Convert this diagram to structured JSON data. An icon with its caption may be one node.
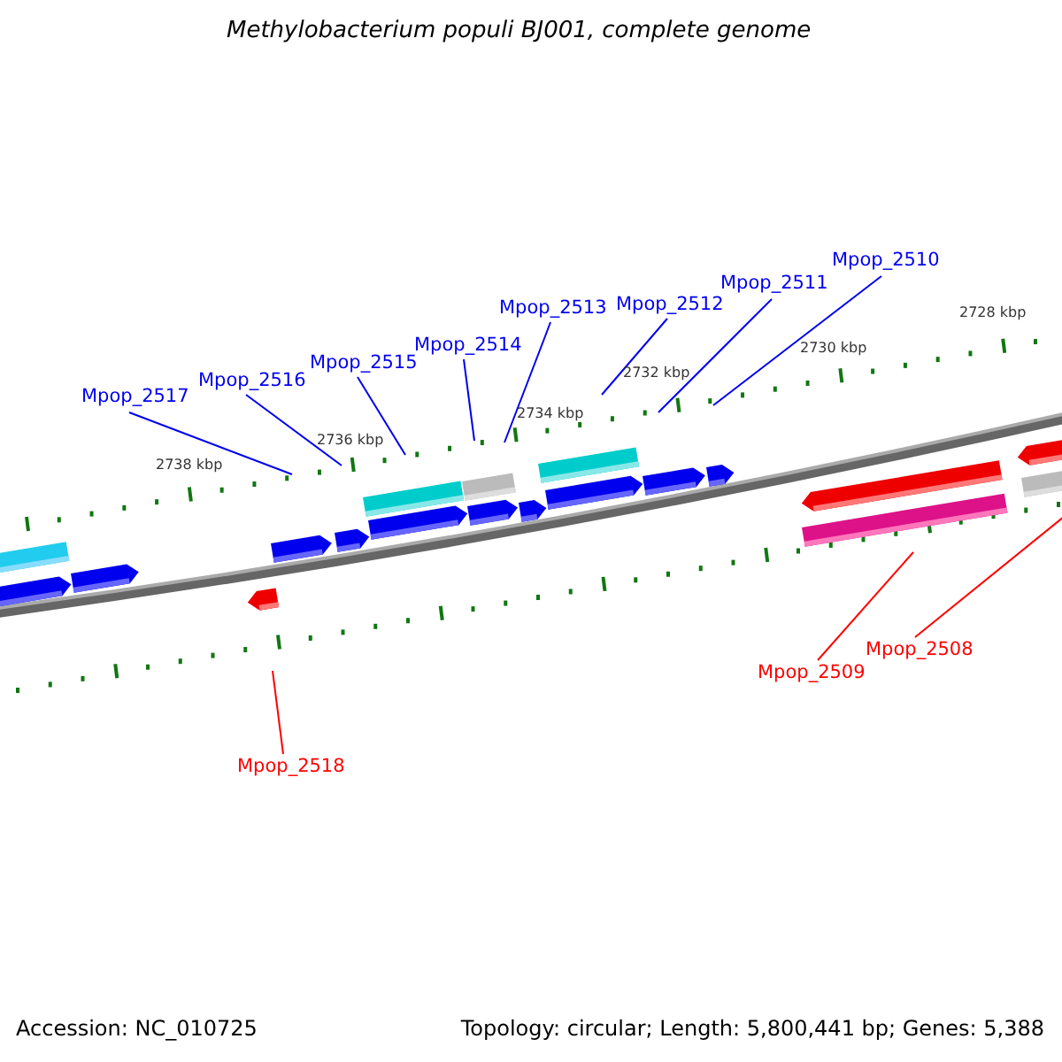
{
  "diagram": {
    "title": "Methylobacterium populi BJ001, complete genome",
    "nodes": [
      {
        "text": [
          "Mpop_2517"
        ]
      },
      {
        "text": [
          "Mpop_2516"
        ]
      },
      {
        "text": [
          "Mpop_2515"
        ]
      },
      {
        "text": [
          "Mpop_2514"
        ]
      },
      {
        "text": [
          "Mpop_2513"
        ]
      },
      {
        "text": [
          "Mpop_2512"
        ]
      },
      {
        "text": [
          "Mpop_2511"
        ]
      },
      {
        "text": [
          "Mpop_2510"
        ]
      },
      {
        "text": [
          "Mpop_2509"
        ]
      },
      {
        "text": [
          "Mpop_2508"
        ]
      },
      {
        "text": [
          "Mpop_2518"
        ]
      }
    ],
    "edges": [
      {
        "from": 0,
        "to": null,
        "arrow": "none"
      },
      {
        "from": 1,
        "to": null,
        "arrow": "none"
      },
      {
        "from": 2,
        "to": null,
        "arrow": "none"
      },
      {
        "from": 3,
        "to": null,
        "arrow": "none"
      },
      {
        "from": 4,
        "to": null,
        "arrow": "none"
      },
      {
        "from": 5,
        "to": null,
        "arrow": "none"
      },
      {
        "from": 6,
        "to": null,
        "arrow": "none"
      },
      {
        "from": 7,
        "to": null,
        "arrow": "none"
      },
      {
        "from": 8,
        "to": null,
        "arrow": "none",
        "color": "#ff0000"
      },
      {
        "from": 9,
        "to": null,
        "arrow": "none",
        "color": "#ff0000"
      },
      {
        "from": 10,
        "to": null,
        "arrow": "none",
        "color": "#ff0000"
      }
    ],
    "labels": [
      "2728 kbp",
      "2730 kbp",
      "2732 kbp",
      "2734 kbp",
      "2736 kbp",
      "2738 kbp",
      "Accession: NC_010725",
      "Topology: circular; Length: 5,800,441 bp; Genes: 5,388"
    ]
  }
}
